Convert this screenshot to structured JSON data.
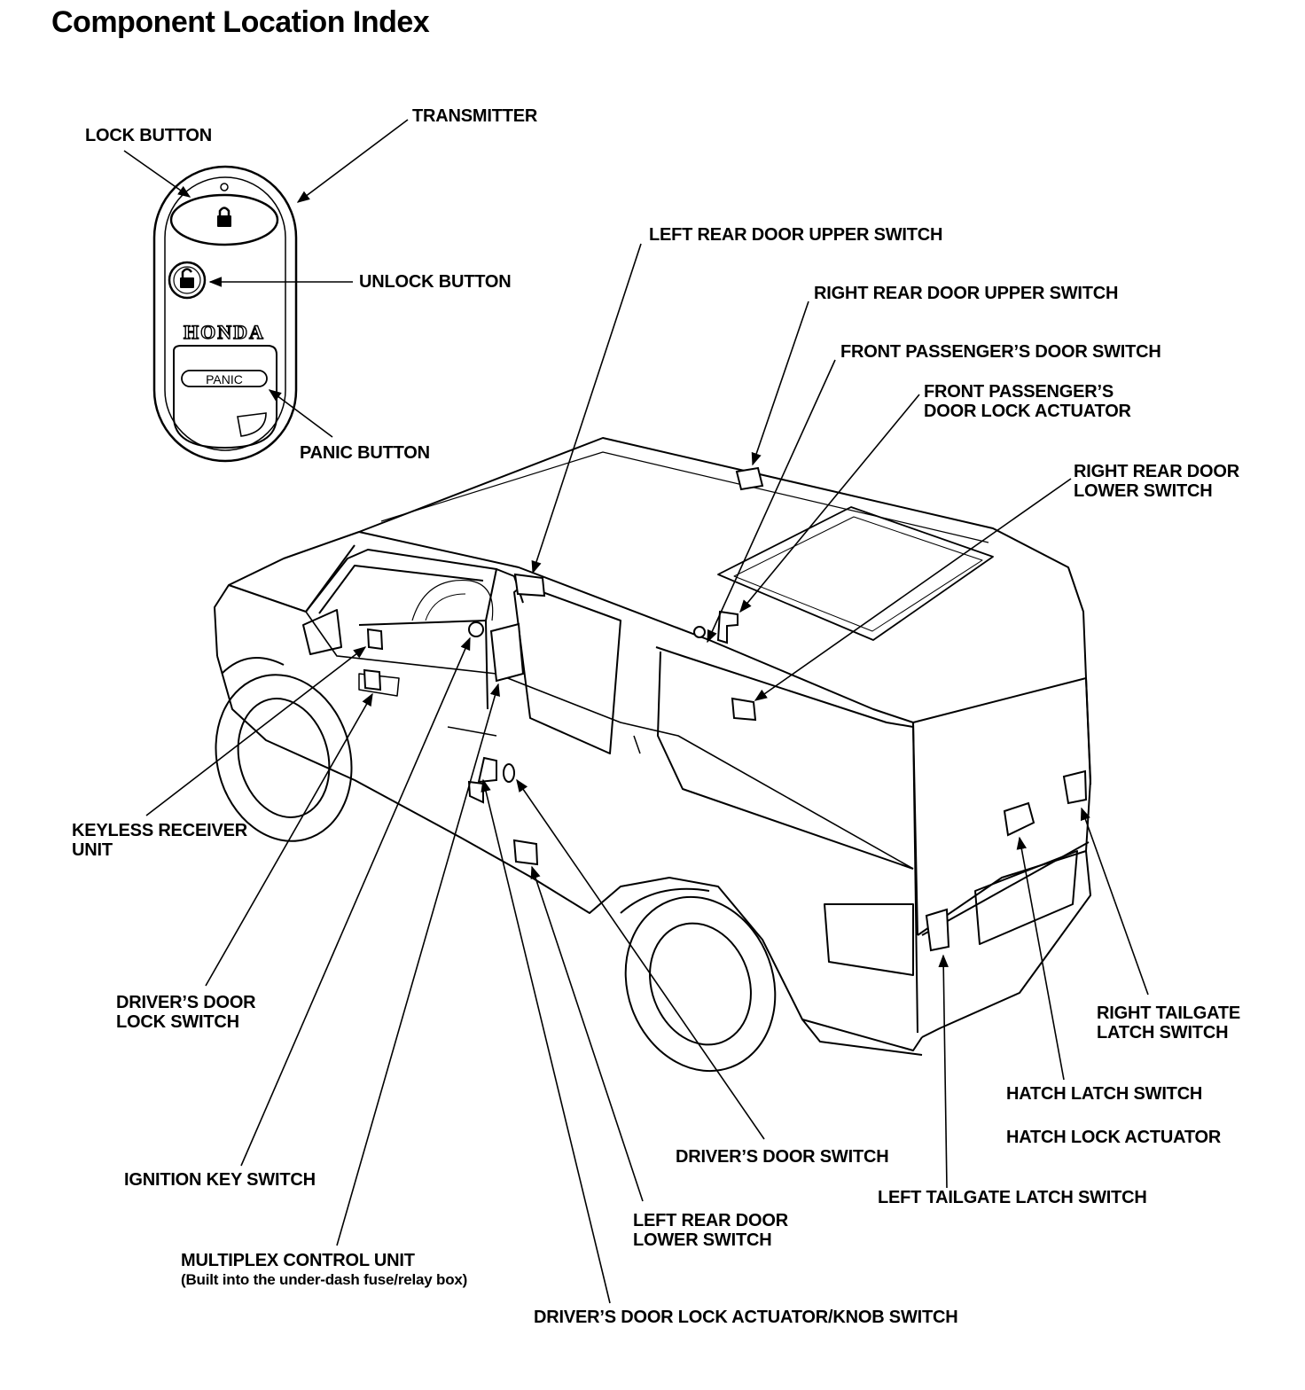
{
  "page": {
    "title": "Component Location Index"
  },
  "transmitter": {
    "brand": "HONDA",
    "panic_text": "PANIC"
  },
  "labels": {
    "transmitter": "TRANSMITTER",
    "lock_button": "LOCK BUTTON",
    "unlock_button": "UNLOCK BUTTON",
    "panic_button": "PANIC BUTTON",
    "left_rear_door_upper_switch": "LEFT REAR DOOR UPPER SWITCH",
    "right_rear_door_upper_switch": "RIGHT REAR DOOR UPPER SWITCH",
    "front_passengers_door_switch": "FRONT PASSENGER’S DOOR SWITCH",
    "front_passengers_door_lock_actuator": [
      "FRONT PASSENGER’S",
      "DOOR LOCK ACTUATOR"
    ],
    "right_rear_door_lower_switch": [
      "RIGHT REAR DOOR",
      "LOWER SWITCH"
    ],
    "keyless_receiver_unit": [
      "KEYLESS RECEIVER",
      "UNIT"
    ],
    "drivers_door_lock_switch": [
      "DRIVER’S DOOR",
      "LOCK SWITCH"
    ],
    "ignition_key_switch": "IGNITION KEY SWITCH",
    "multiplex_control_unit": [
      "MULTIPLEX CONTROL UNIT",
      "(Built into the under-dash fuse/relay box)"
    ],
    "drivers_door_lock_actuator_knob_switch": "DRIVER’S DOOR LOCK ACTUATOR/KNOB SWITCH",
    "left_rear_door_lower_switch": [
      "LEFT REAR DOOR",
      "LOWER SWITCH"
    ],
    "drivers_door_switch": "DRIVER’S DOOR SWITCH",
    "left_tailgate_latch_switch": "LEFT TAILGATE LATCH SWITCH",
    "hatch_latch_switch": "HATCH LATCH SWITCH",
    "hatch_lock_actuator": "HATCH LOCK ACTUATOR",
    "right_tailgate_latch_switch": [
      "RIGHT TAILGATE",
      "LATCH SWITCH"
    ]
  }
}
